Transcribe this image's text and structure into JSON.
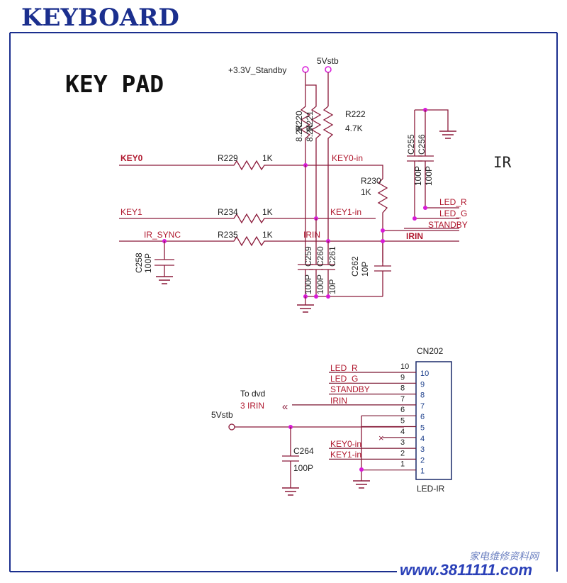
{
  "header": {
    "title": "KEYBOARD"
  },
  "section": {
    "title": "KEY PAD",
    "ir_label": "IR"
  },
  "power": {
    "standby": "+3.3V_Standby",
    "vstb": "5Vstb",
    "vstb2": "5Vstb"
  },
  "resistors": {
    "r220": {
      "name": "R220",
      "value": "8.2K"
    },
    "r221": {
      "name": "R221",
      "value": "8.2K"
    },
    "r222": {
      "name": "R222",
      "value": "4.7K"
    },
    "r229": {
      "name": "R229",
      "value": "1K"
    },
    "r230": {
      "name": "R230",
      "value": "1K"
    },
    "r234": {
      "name": "R234",
      "value": "1K"
    },
    "r235": {
      "name": "R235",
      "value": "1K"
    }
  },
  "capacitors": {
    "c255": {
      "name": "C255",
      "value": "100P"
    },
    "c256": {
      "name": "C256",
      "value": "100P"
    },
    "c258": {
      "name": "C258",
      "value": "100P"
    },
    "c259": {
      "name": "C259",
      "value": "100P"
    },
    "c260": {
      "name": "C260",
      "value": "100P"
    },
    "c261": {
      "name": "C261",
      "value": "10P"
    },
    "c262": {
      "name": "C262",
      "value": "10P"
    },
    "c264": {
      "name": "C264",
      "value": "100P"
    }
  },
  "nets": {
    "key0": "KEY0",
    "key0_in": "KEY0-in",
    "key1": "KEY1",
    "key1_in": "KEY1-in",
    "ir_sync": "IR_SYNC",
    "irin_mid": "IRIN",
    "irin": "IRIN",
    "led_r": "LED_R",
    "led_g": "LED_G",
    "standby": "STANDBY"
  },
  "connector": {
    "name": "CN202",
    "part": "LED-IR",
    "pins": [
      "1",
      "2",
      "3",
      "4",
      "5",
      "6",
      "7",
      "8",
      "9",
      "10"
    ],
    "outer_pins": [
      "1",
      "2",
      "3",
      "4",
      "5",
      "6",
      "7",
      "8",
      "9",
      "10"
    ],
    "signals": {
      "p10": "LED_R",
      "p9": "LED_G",
      "p8": "STANDBY",
      "p7": "IRIN",
      "p3": "KEY0-in",
      "p2": "KEY1-in"
    }
  },
  "dvd": {
    "line1": "To dvd",
    "line2": "3 IRIN"
  },
  "watermark": {
    "text": "www.3811111.com",
    "cn": "家电维修资料网"
  },
  "colors": {
    "title_blue": "#1b2f8e",
    "wire": "#8b1a3a",
    "junction": "#d81ad8",
    "frame": "#1b2f8e"
  }
}
